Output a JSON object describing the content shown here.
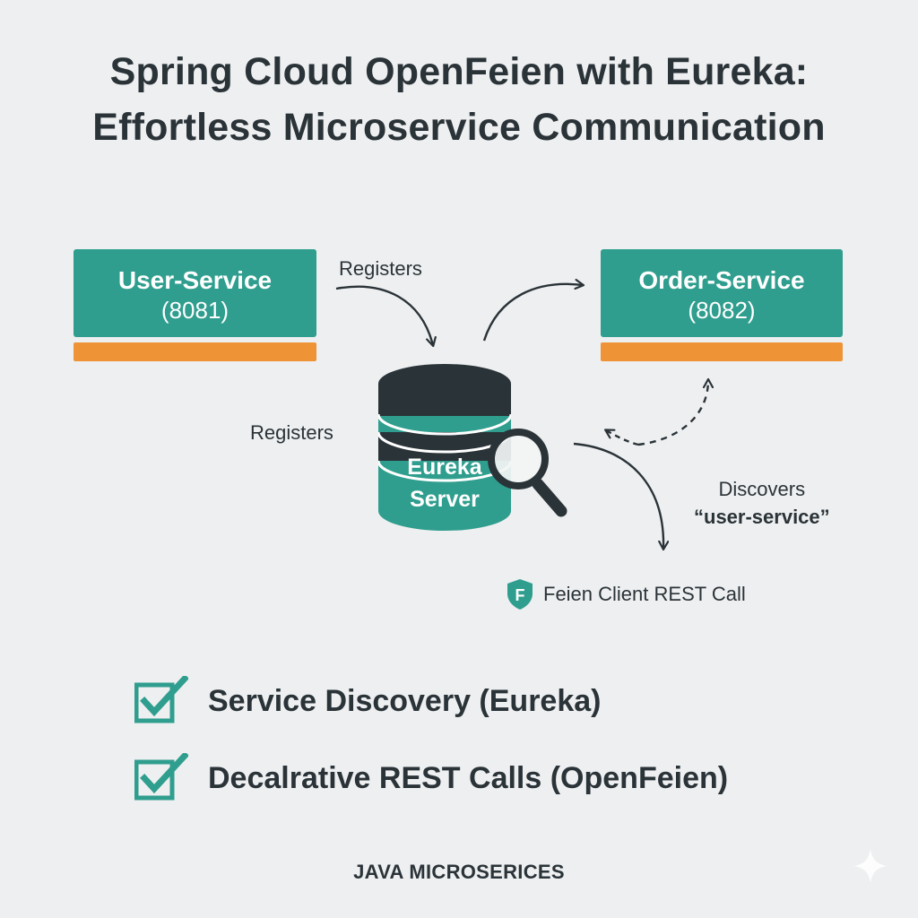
{
  "title": {
    "line1": "Spring Cloud OpenFeien with Eureka:",
    "line2": "Effortless Microservice Communication"
  },
  "services": {
    "user": {
      "name": "User-Service",
      "port": "(8081)"
    },
    "order": {
      "name": "Order-Service",
      "port": "(8082)"
    }
  },
  "eureka": {
    "line1": "Eureka",
    "line2": "Server"
  },
  "labels": {
    "registers_top": "Registers",
    "registers_left": "Registers",
    "discovers_line1": "Discovers",
    "discovers_line2": "“user-service”"
  },
  "feign": {
    "badge_letter": "F",
    "label": "Feien Client REST Call"
  },
  "features": [
    {
      "label": "Service Discovery (Eureka)"
    },
    {
      "label": "Decalrative REST Calls (OpenFeien)"
    }
  ],
  "footer": "JAVA MICROSERICES",
  "colors": {
    "teal": "#2f9e8e",
    "orange": "#ef9436",
    "dark": "#2a3338",
    "background": "#eeeff0"
  },
  "icons": {
    "magnifier": "magnifier-icon",
    "shield": "shield-icon",
    "check": "checkbox-check-icon",
    "sparkle": "sparkle-icon"
  }
}
